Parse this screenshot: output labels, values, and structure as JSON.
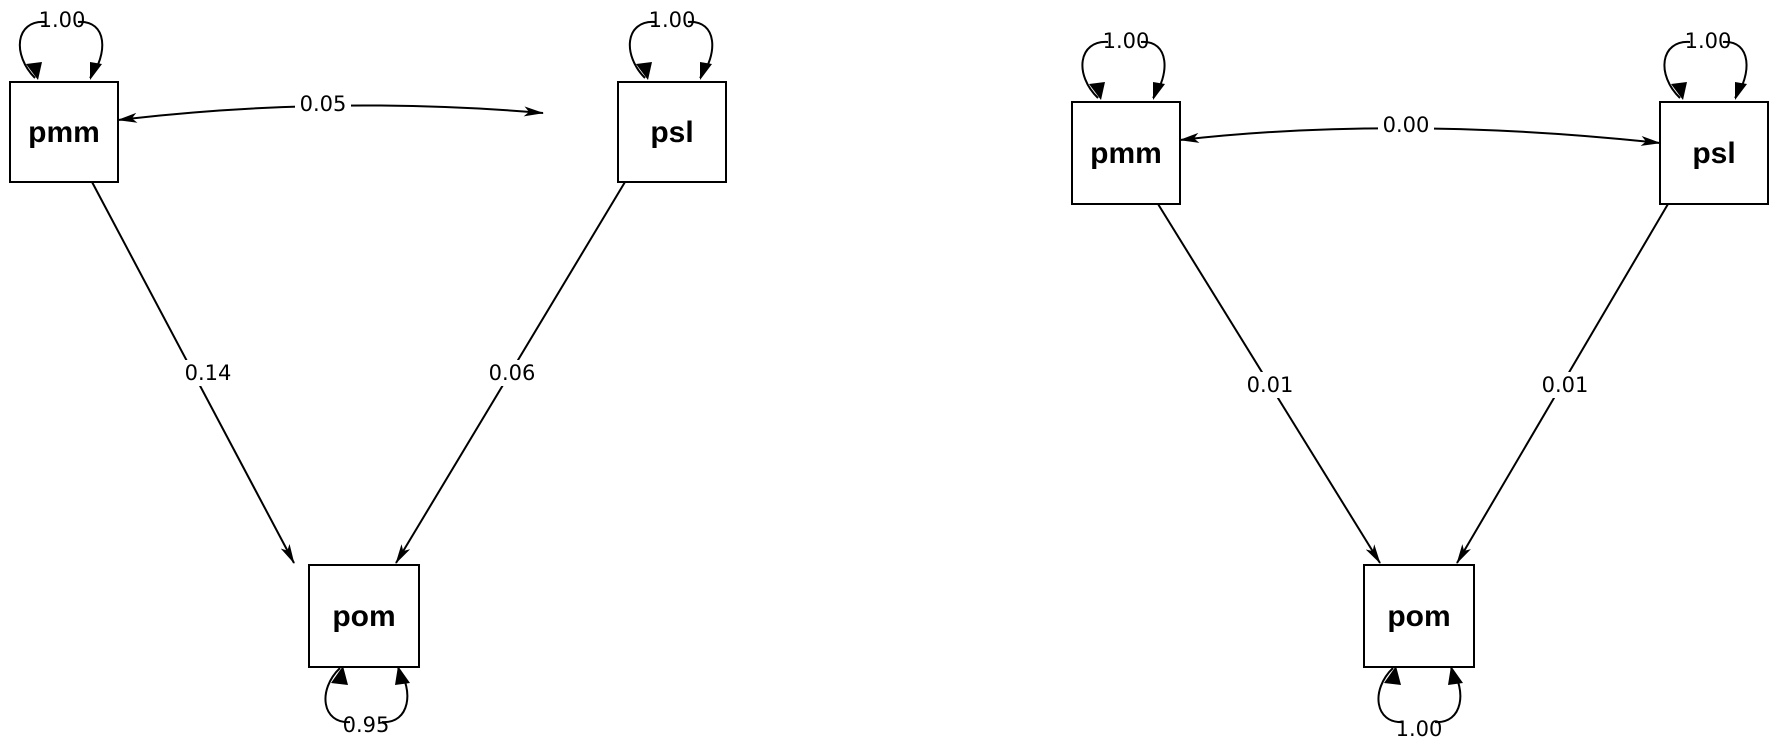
{
  "diagrams": [
    {
      "nodes": {
        "pmm": {
          "label": "pmm",
          "variance": "1.00"
        },
        "psl": {
          "label": "psl",
          "variance": "1.00"
        },
        "pom": {
          "label": "pom",
          "variance": "0.95"
        }
      },
      "edges": {
        "pmm_psl": "0.05",
        "pmm_pom": "0.14",
        "psl_pom": "0.06"
      }
    },
    {
      "nodes": {
        "pmm": {
          "label": "pmm",
          "variance": "1.00"
        },
        "psl": {
          "label": "psl",
          "variance": "1.00"
        },
        "pom": {
          "label": "pom",
          "variance": "1.00"
        }
      },
      "edges": {
        "pmm_psl": "0.00",
        "pmm_pom": "0.01",
        "psl_pom": "0.01"
      }
    }
  ]
}
